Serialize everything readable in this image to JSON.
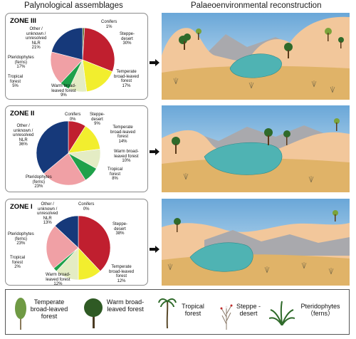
{
  "headers": {
    "left": "Palynological assemblages",
    "right": "Palaeoenvironmental reconstruction"
  },
  "zones": [
    {
      "title": "ZONE III",
      "labels": {
        "conifers": "Conifers\n1%",
        "steppe": "Steppe-\ndesert\n30%",
        "temperate": "Temperate\nbroad-leaved\nforest\n17%",
        "warm": "Warm broad-\nleaved forest\n9%",
        "tropical": "Tropical\nforest\n5%",
        "pteridophytes": "Pteridophytes\n(ferns)\n17%",
        "other": "Other /\nunknown /\nunresolved\nNLR\n21%"
      }
    },
    {
      "title": "ZONE II",
      "labels": {
        "conifers": "Conifers\n0%",
        "steppe": "Steppe-\ndesert\n9%",
        "temperate": "Temperate\nbroad-leaved\nforest\n14%",
        "warm": "Warm broad-\nleaved forest\n10%",
        "tropical": "Tropical\nforest\n8%",
        "pteridophytes": "Pteridophytes\n(ferns)\n23%",
        "other": "Other /\nunknown /\nunresolved\nNLR\n36%"
      }
    },
    {
      "title": "ZONE I",
      "labels": {
        "conifers": "Conifers\n0%",
        "steppe": "Steppe-\ndesert\n38%",
        "temperate": "Temperate\nbroad-leaved\nforest\n12%",
        "warm": "Warm broad-\nleaved forest\n12%",
        "tropical": "Tropical\nforest\n2%",
        "pteridophytes": "Pteridophytes\n(ferns)\n23%",
        "other": "Other /\nunknown /\nunresolved\nNLR\n13%"
      }
    }
  ],
  "legend": [
    {
      "label": "Temperate broad-leaved forest",
      "icon": "temperate-tree-icon"
    },
    {
      "label": "Warm broad-leaved forest",
      "icon": "warm-tree-icon"
    },
    {
      "label": "Tropical forest",
      "icon": "palm-icon"
    },
    {
      "label": "Steppe -desert",
      "icon": "steppe-shrub-icon"
    },
    {
      "label": "Pteridophytes （ferns）",
      "icon": "fern-icon"
    }
  ],
  "chart_data": [
    {
      "type": "pie",
      "title": "ZONE III",
      "categories": [
        "Conifers",
        "Steppe-desert",
        "Temperate broad-leaved forest",
        "Warm broad-leaved forest",
        "Tropical forest",
        "Pteridophytes (ferns)",
        "Other / unknown / unresolved NLR"
      ],
      "values": [
        1,
        30,
        17,
        9,
        5,
        17,
        21
      ]
    },
    {
      "type": "pie",
      "title": "ZONE II",
      "categories": [
        "Conifers",
        "Steppe-desert",
        "Temperate broad-leaved forest",
        "Warm broad-leaved forest",
        "Tropical forest",
        "Pteridophytes (ferns)",
        "Other / unknown / unresolved NLR"
      ],
      "values": [
        0,
        9,
        14,
        10,
        8,
        23,
        36
      ]
    },
    {
      "type": "pie",
      "title": "ZONE I",
      "categories": [
        "Conifers",
        "Steppe-desert",
        "Temperate broad-leaved forest",
        "Warm broad-leaved forest",
        "Tropical forest",
        "Pteridophytes (ferns)",
        "Other / unknown / unresolved NLR"
      ],
      "values": [
        0,
        38,
        12,
        12,
        2,
        23,
        13
      ]
    }
  ],
  "colors": {
    "conifers": "#5a6b2a",
    "steppe": "#c01f2f",
    "temperate": "#f2ee2e",
    "warm": "#e4ecc4",
    "tropical": "#1fa14a",
    "pteridophytes": "#f0a0a5",
    "other": "#16397a"
  }
}
